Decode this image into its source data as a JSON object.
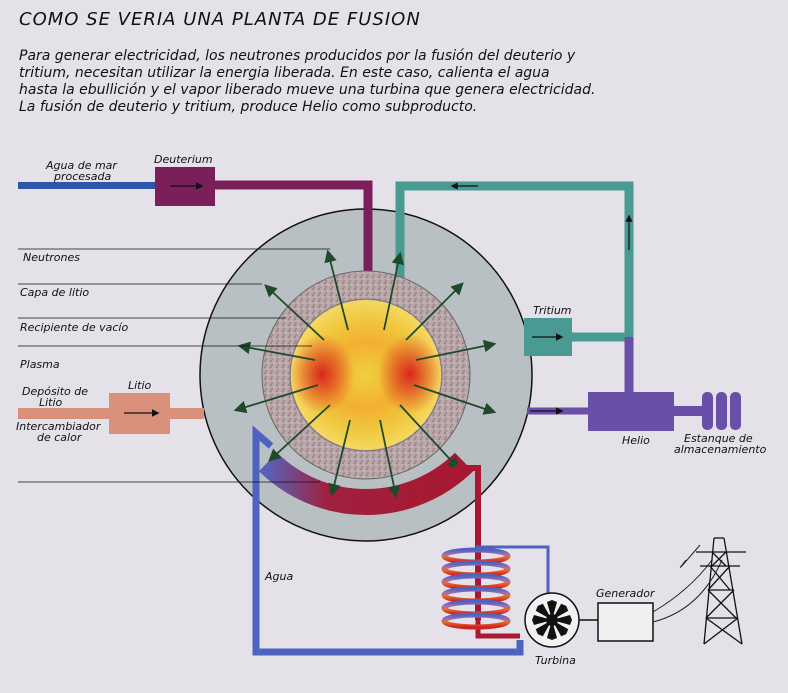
{
  "title": "COMO SE VERIA UNA PLANTA DE FUSION",
  "intro_lines": [
    "Para generar electricidad, los neutrones producidos por la fusión del deuterio y",
    "tritium, necesitan utilizar la energia liberada. En este caso, calienta el agua",
    "hasta la ebullición y el vapor liberado mueve una turbina que genera electricidad.",
    "La fusión de deuterio y tritium, produce Helio como subproducto."
  ],
  "labels": {
    "seawater_line1": "Agua de mar",
    "seawater_line2": "procesada",
    "deuterium": "Deuterium",
    "neutrons": "Neutrones",
    "lithium_layer": "Capa de litio",
    "vacuum_vessel": "Recipiente de vacío",
    "plasma": "Plasma",
    "lithium_deposit_line1": "Depósito de",
    "lithium_deposit_line2": "Litio",
    "lithium": "Litio",
    "heat_exchanger_line1": "Intercambiador",
    "heat_exchanger_line2": "de calor",
    "tritium": "Tritium",
    "helium": "Helio",
    "storage_line1": "Estanque de",
    "storage_line2": "almacenamiento",
    "water": "Agua",
    "turbine": "Turbina",
    "generator": "Generador"
  },
  "colors": {
    "deuterium_pipe": "#7a1f5a",
    "seawater_pipe": "#2f55a8",
    "tritium_pipe": "#4a9a94",
    "helium_pipe": "#6a4fa8",
    "lithium_pipe": "#d8907a",
    "heat_loop_hot": "#a81830",
    "water_cold": "#4e62c0",
    "reactor_outer": "#b8c0c4",
    "plasma_core": "#e8301a"
  }
}
